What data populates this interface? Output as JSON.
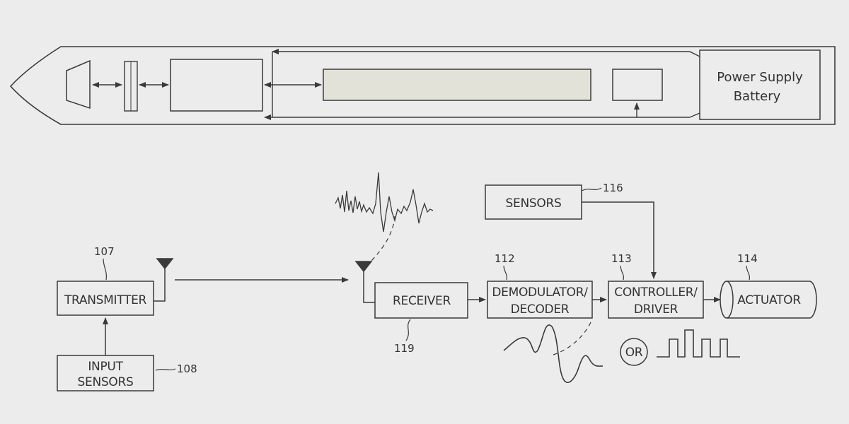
{
  "colors": {
    "background": "#ececec",
    "line": "#3a3a3a",
    "display_fill": "#e2e2d8"
  },
  "pen": {
    "power_supply_line1": "Power Supply",
    "power_supply_line2": "Battery"
  },
  "blocks": {
    "sensors": "SENSORS",
    "transmitter": "TRANSMITTER",
    "input_sensors_line1": "INPUT",
    "input_sensors_line2": "SENSORS",
    "receiver": "RECEIVER",
    "demodulator_line1": "DEMODULATOR/",
    "demodulator_line2": "DECODER",
    "controller_line1": "CONTROLLER/",
    "controller_line2": "DRIVER",
    "actuator": "ACTUATOR",
    "or_label": "OR"
  },
  "refs": {
    "r107": "107",
    "r108": "108",
    "r112": "112",
    "r113": "113",
    "r114": "114",
    "r116": "116",
    "r119": "119"
  }
}
